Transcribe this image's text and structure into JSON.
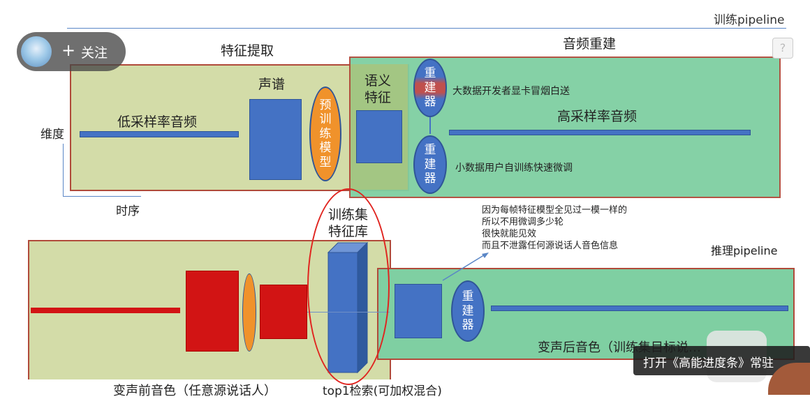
{
  "top_pipeline": {
    "label": "训练pipeline",
    "section_feature": "特征提取",
    "section_rebuild": "音频重建",
    "spectrum": "声谱",
    "low_sample_audio": "低采样率音频",
    "pretrained_model": "预训练模型",
    "semantic_feature": "语义\n特征",
    "rebuilder": "重建器",
    "rebuilder_note_big": "大数据开发者显卡冒烟白送",
    "rebuilder_note_small": "小数据用户自训练快速微调",
    "high_sample_audio": "高采样率音频",
    "axis_dimension": "维度",
    "axis_time": "时序"
  },
  "middle": {
    "train_set_library": "训练集\n特征库",
    "notes": [
      "因为每帧特征模型全见过一模一样的",
      "所以不用微调多少轮",
      "很快就能见效",
      "而且不泄露任何源说话人音色信息"
    ]
  },
  "bottom_pipeline": {
    "label": "推理pipeline",
    "rebuilder": "重建器",
    "before_timbre": "变声前音色（任意源说话人）",
    "top1_retrieval": "top1检索(可加权混合)",
    "after_timbre": "变声后音色（训练集目标说…"
  },
  "overlay": {
    "follow_button": "关注",
    "follow_plus": "+",
    "toast": "打开《高能进度条》常驻",
    "help_icon": "?"
  },
  "colors": {
    "olive_panel": "#d3dca8",
    "green_panel": "#7fcfa2",
    "block_blue": "#4472c4",
    "block_red": "#d21414",
    "lens_orange": "#f0922b",
    "ellipse_red": "#e0241f"
  }
}
